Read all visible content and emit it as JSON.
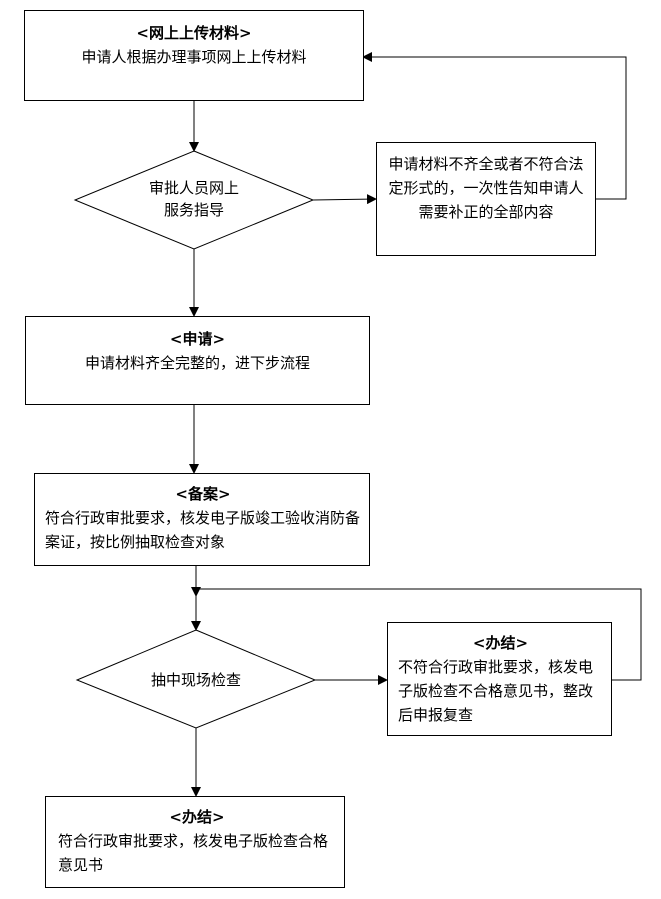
{
  "nodes": {
    "upload": {
      "title": "<网上上传材料>",
      "text": "申请人根据办理事项网上上传材料"
    },
    "guidance": {
      "text": "审批人员网上服务指导"
    },
    "incomplete": {
      "text": "申请材料不齐全或者不符合法定形式的，一次性告知申请人需要补正的全部内容"
    },
    "apply": {
      "title": "<申请>",
      "text": "申请材料齐全完整的，进下步流程"
    },
    "record": {
      "title": "<备案>",
      "text": "符合行政审批要求，核发电子版竣工验收消防备案证，按比例抽取检查对象"
    },
    "inspect": {
      "text": "抽中现场检查"
    },
    "fail": {
      "title": "<办结>",
      "text": "不符合行政审批要求，核发电子版检查不合格意见书，整改后申报复查"
    },
    "pass": {
      "title": "<办结>",
      "text": "符合行政审批要求，核发电子版检查合格意见书"
    }
  }
}
